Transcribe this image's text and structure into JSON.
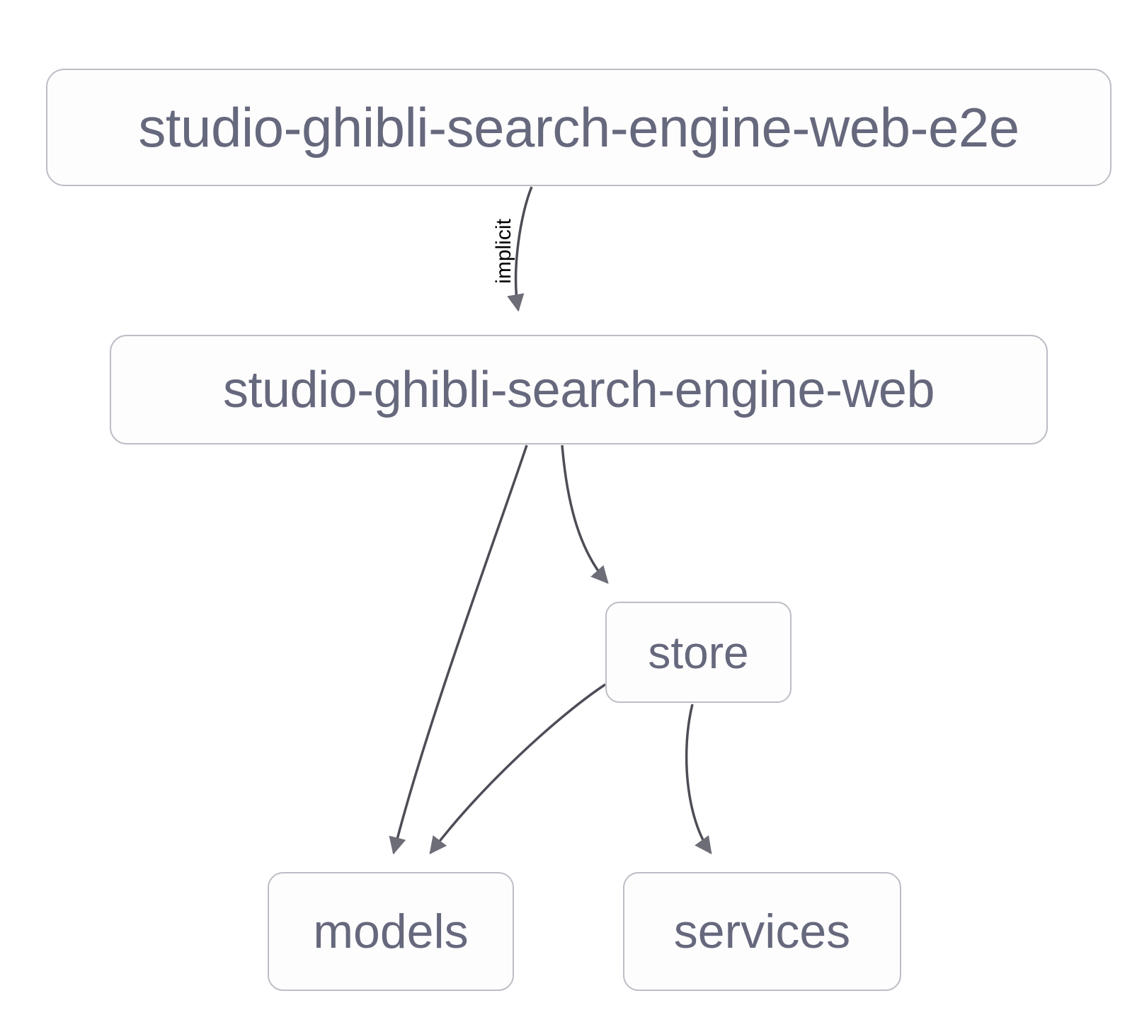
{
  "diagram": {
    "type": "dependency-graph",
    "background_color": "#ffffff",
    "node_fill_color": "#fdfdfd",
    "node_border_color": "#bdbdc6",
    "node_text_color": "#66687d",
    "edge_color": "#4d4d57",
    "edge_label_color": "#000000",
    "nodes": [
      {
        "id": "e2e",
        "label": "studio-ghibli-search-engine-web-e2e"
      },
      {
        "id": "web",
        "label": "studio-ghibli-search-engine-web"
      },
      {
        "id": "store",
        "label": "store"
      },
      {
        "id": "models",
        "label": "models"
      },
      {
        "id": "services",
        "label": "services"
      }
    ],
    "edges": [
      {
        "from": "e2e",
        "to": "web",
        "label": "implicit"
      },
      {
        "from": "web",
        "to": "models",
        "label": ""
      },
      {
        "from": "web",
        "to": "store",
        "label": ""
      },
      {
        "from": "store",
        "to": "models",
        "label": ""
      },
      {
        "from": "store",
        "to": "services",
        "label": ""
      }
    ]
  }
}
